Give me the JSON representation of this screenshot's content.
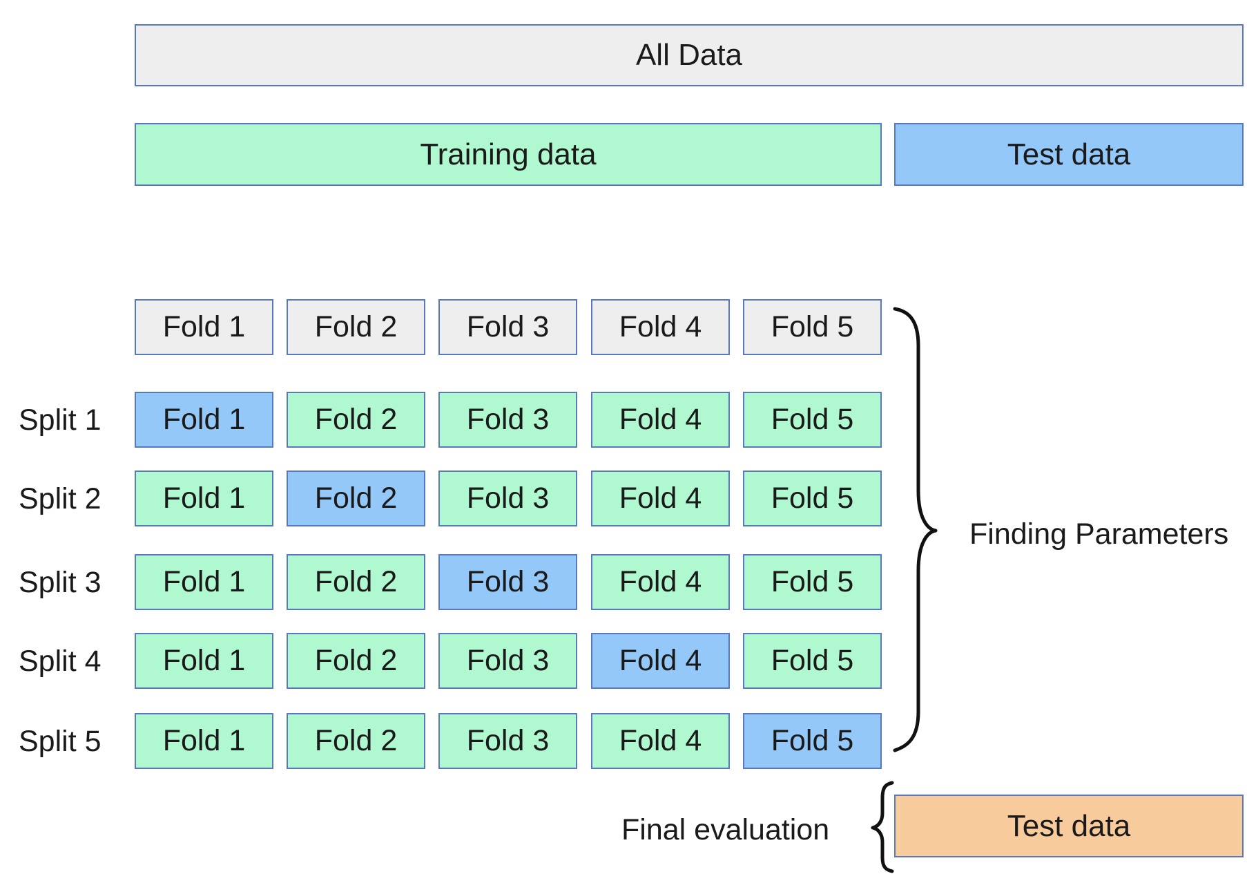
{
  "all_data_label": "All Data",
  "training_label": "Training data",
  "test_label": "Test data",
  "header_folds": [
    "Fold 1",
    "Fold 2",
    "Fold 3",
    "Fold 4",
    "Fold 5"
  ],
  "splits": [
    {
      "label": "Split 1",
      "test_fold": 1,
      "folds": [
        "Fold 1",
        "Fold 2",
        "Fold 3",
        "Fold 4",
        "Fold 5"
      ]
    },
    {
      "label": "Split 2",
      "test_fold": 2,
      "folds": [
        "Fold 1",
        "Fold 2",
        "Fold 3",
        "Fold 4",
        "Fold 5"
      ]
    },
    {
      "label": "Split 3",
      "test_fold": 3,
      "folds": [
        "Fold 1",
        "Fold 2",
        "Fold 3",
        "Fold 4",
        "Fold 5"
      ]
    },
    {
      "label": "Split 4",
      "test_fold": 4,
      "folds": [
        "Fold 1",
        "Fold 2",
        "Fold 3",
        "Fold 4",
        "Fold 5"
      ]
    },
    {
      "label": "Split 5",
      "test_fold": 5,
      "folds": [
        "Fold 1",
        "Fold 2",
        "Fold 3",
        "Fold 4",
        "Fold 5"
      ]
    }
  ],
  "finding_parameters_label": "Finding Parameters",
  "final_evaluation_label": "Final evaluation",
  "final_test_label": "Test data",
  "colors": {
    "neutral_fill": "#eeeeee",
    "training_fill": "#b0f9d0",
    "test_fill": "#94c8f8",
    "final_test_fill": "#f8cb9c",
    "border": "#5a78c0"
  }
}
